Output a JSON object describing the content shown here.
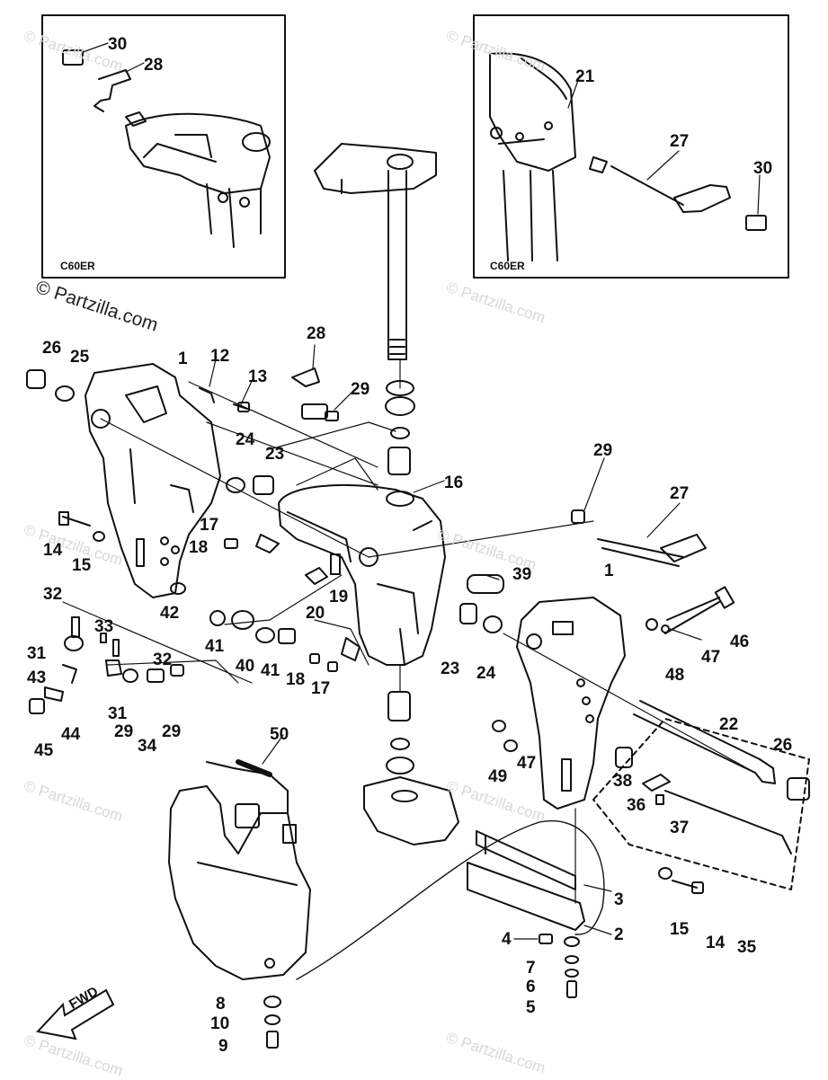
{
  "watermarks": {
    "primary": "© Partzilla.com",
    "faint": "© Partzilla.com"
  },
  "insets": {
    "left_model": "C60ER",
    "right_model": "C60ER"
  },
  "fwd_label": "FWD",
  "callouts": {
    "c30a": "30",
    "c28a": "28",
    "c21": "21",
    "c27a": "27",
    "c30b": "30",
    "c26a": "26",
    "c25": "25",
    "c11": "1",
    "c12": "12",
    "c13": "13",
    "c28b": "28",
    "c29a": "29",
    "c24a": "24",
    "c23a": "23",
    "c16": "16",
    "c29b": "29",
    "c27b": "27",
    "c14a": "14",
    "c15a": "15",
    "c17a": "17",
    "c18a": "18",
    "c19": "19",
    "c20": "20",
    "c39": "39",
    "c1b": "1",
    "c42": "42",
    "c46": "46",
    "c47a": "47",
    "c48": "48",
    "c32a": "32",
    "c33": "33",
    "c32b": "32",
    "c31a": "31",
    "c43": "43",
    "c41a": "41",
    "c40": "40",
    "c41b": "41",
    "c18b": "18",
    "c17b": "17",
    "c23b": "23",
    "c24b": "24",
    "c31b": "31",
    "c29c": "29",
    "c34": "34",
    "c29d": "29",
    "c45": "45",
    "c44": "44",
    "c22": "22",
    "c26b": "26",
    "c50": "50",
    "c49": "49",
    "c47b": "47",
    "c38": "38",
    "c36": "36",
    "c37": "37",
    "c3": "3",
    "c2": "2",
    "c15b": "15",
    "c14b": "14",
    "c35": "35",
    "c4": "4",
    "c7": "7",
    "c6": "6",
    "c5": "5",
    "c8": "8",
    "c10": "10",
    "c9": "9"
  }
}
